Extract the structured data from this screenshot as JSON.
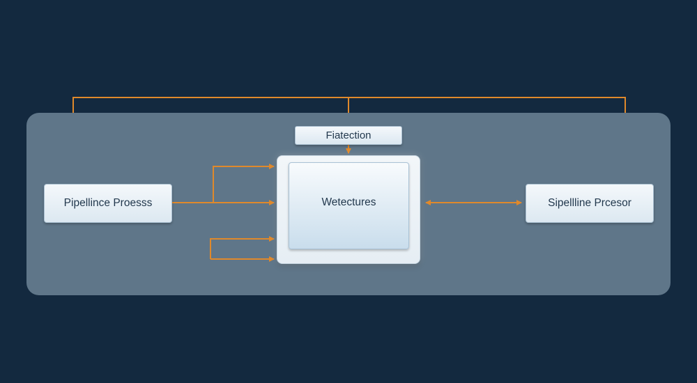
{
  "diagram": {
    "nodes": {
      "left": {
        "label": "Pipellince Proesss"
      },
      "top": {
        "label": "Fiatection"
      },
      "center": {
        "label": "Wetectures"
      },
      "right": {
        "label": "Sipellline Prcesor"
      }
    },
    "colors": {
      "background": "#13293f",
      "panel": "#5f7689",
      "connector": "#e0892b",
      "node_text": "#22384d"
    }
  }
}
